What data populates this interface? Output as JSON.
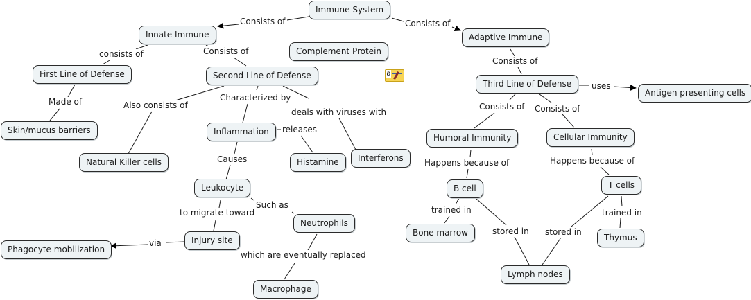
{
  "concept_map": {
    "title": "Immune System",
    "nodes": {
      "immune_system": "Immune System",
      "innate_immune": "Innate Immune",
      "adaptive_immune": "Adaptive Immune",
      "complement_protein": "Complement Protein",
      "first_line": "First Line of Defense",
      "second_line": "Second Line of Defense",
      "third_line": "Third Line of Defense",
      "skin_mucus": "Skin/mucus barriers",
      "natural_killer": "Natural Killer cells",
      "inflammation": "Inflammation",
      "histamine": "Histamine",
      "interferons": "Interferons",
      "leukocyte": "Leukocyte",
      "neutrophils": "Neutrophils",
      "injury_site": "Injury site",
      "phagocyte": "Phagocyte mobilization",
      "macrophage": "Macrophage",
      "antigen_presenting": "Antigen presenting cells",
      "humoral": "Humoral Immunity",
      "cellular": "Cellular Immunity",
      "b_cell": "B cell",
      "t_cells": "T cells",
      "bone_marrow": "Bone marrow",
      "thymus": "Thymus",
      "lymph_nodes": "Lymph nodes"
    },
    "links": {
      "is_consists_innate": "Consists of",
      "is_consists_adaptive": "Consists of",
      "innate_consists_first": "consists of",
      "innate_consists_second": "Consists of",
      "first_made_of": "Made of",
      "second_also_consists": "Also consists of",
      "second_characterized": "Characterized by",
      "second_deals": "deals  with viruses with",
      "inflammation_releases": "releases",
      "inflammation_causes": "Causes",
      "leukocyte_migrate": "to migrate toward",
      "leukocyte_such_as": "Such as",
      "injury_via": "via",
      "neutrophils_replaced": "which are eventually  replaced",
      "adaptive_consists": "Consists of",
      "third_uses": "uses",
      "third_consists_humoral": "Consists of",
      "third_consists_cellular": "Consists of",
      "humoral_happens": "Happens because  of",
      "cellular_happens": "Happens because  of",
      "bcell_trained": "trained in",
      "bcell_stored": "stored in",
      "tcells_stored": "stored in",
      "tcells_trained": "trained in"
    },
    "annotation_icon": "note-icon"
  }
}
